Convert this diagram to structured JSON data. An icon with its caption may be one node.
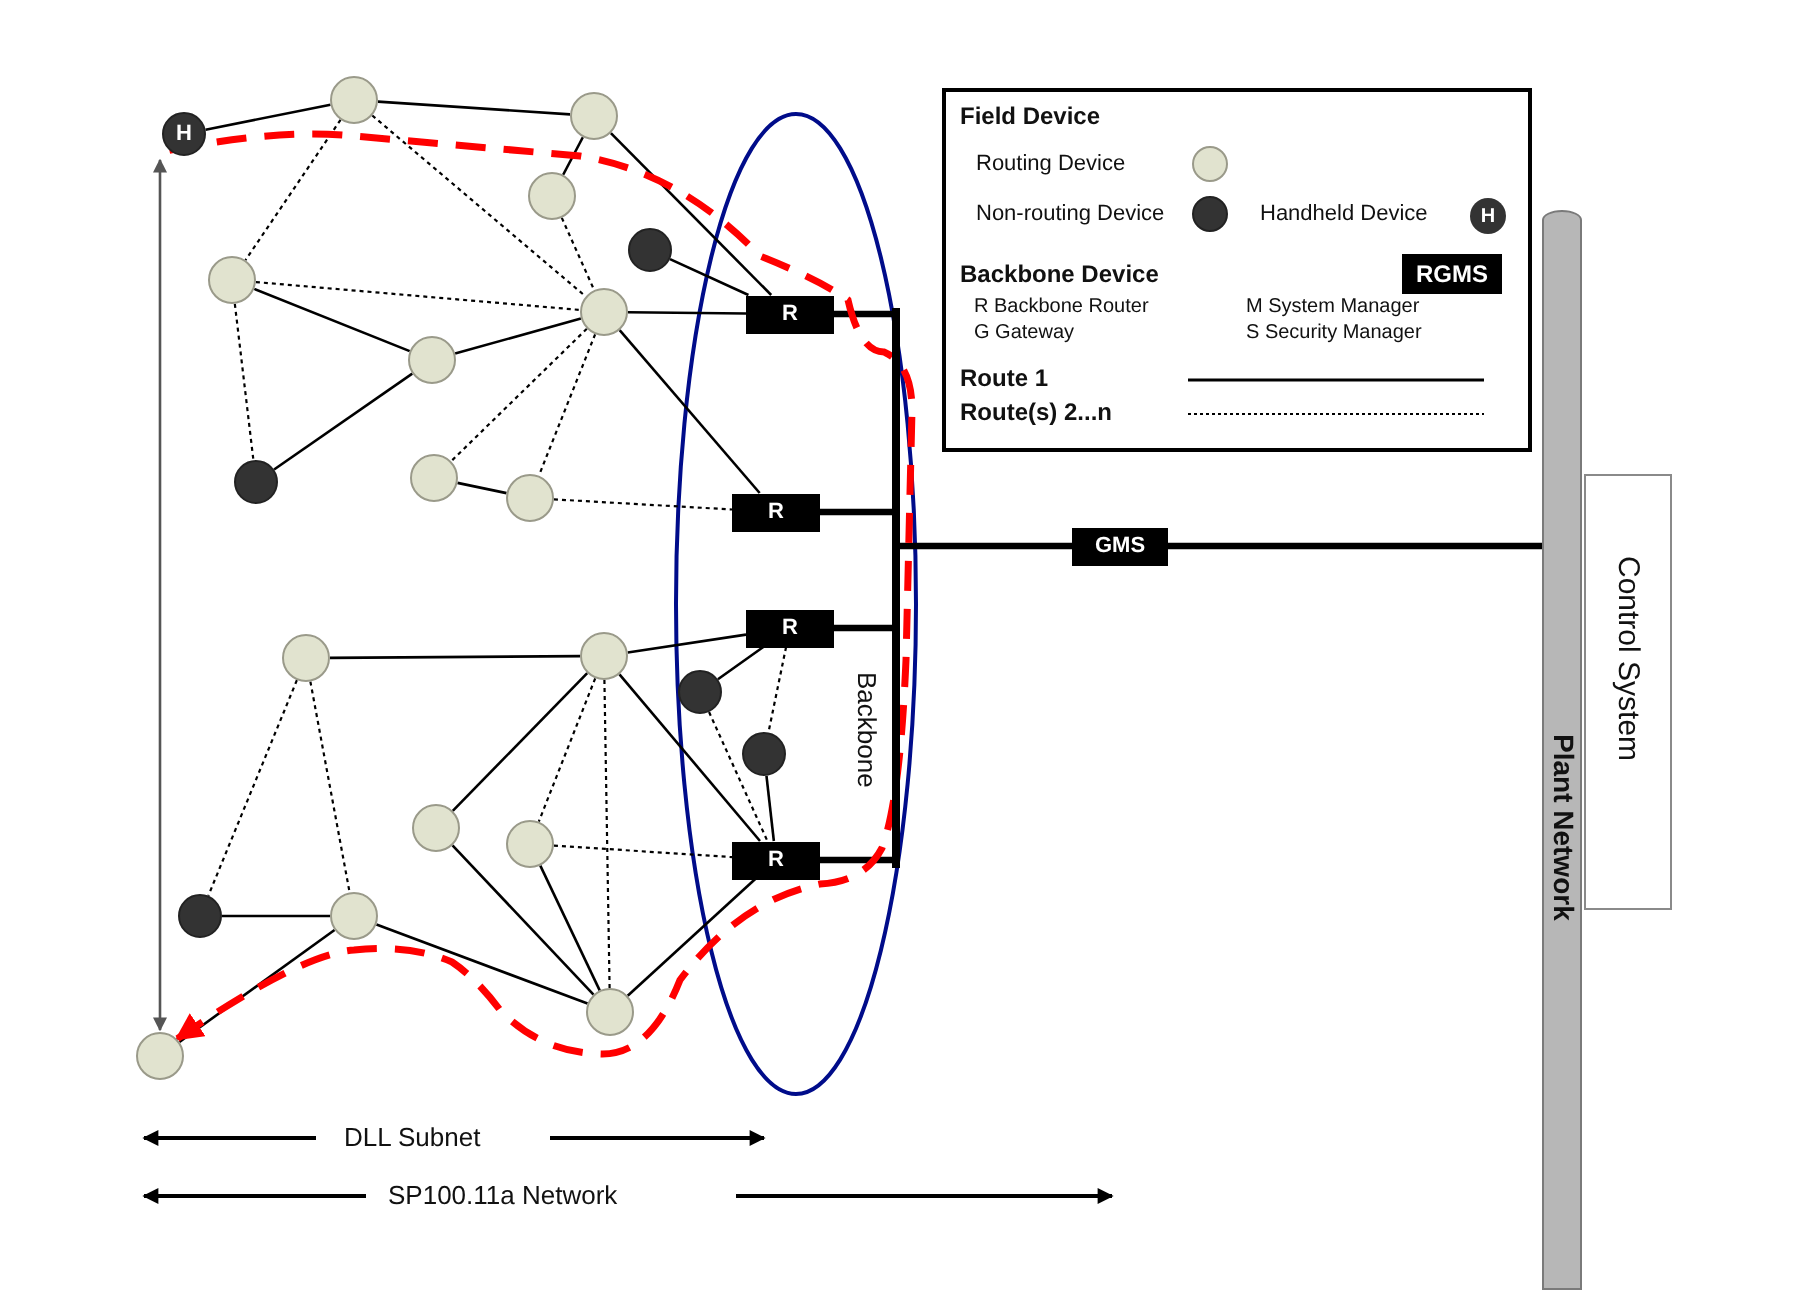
{
  "diagram": {
    "nodes": [
      {
        "text": [
          "H"
        ]
      },
      {
        "text": [],
        "shape": "circle"
      },
      {
        "text": [],
        "shape": "circle"
      },
      {
        "text": [],
        "shape": "circle"
      },
      {
        "text": [],
        "shape": "circle"
      },
      {
        "text": [],
        "shape": "circle"
      },
      {
        "text": [],
        "shape": "circle"
      },
      {
        "text": [],
        "shape": "circle"
      },
      {
        "text": [],
        "shape": "circle"
      },
      {
        "text": [],
        "shape": "circle"
      },
      {
        "text": [],
        "shape": "circle"
      },
      {
        "text": [
          "R"
        ]
      },
      {
        "text": [
          "R"
        ]
      },
      {
        "text": [],
        "shape": "circle"
      },
      {
        "text": [],
        "shape": "circle"
      },
      {
        "text": [
          "R"
        ]
      },
      {
        "text": [],
        "shape": "circle"
      },
      {
        "text": [],
        "shape": "circle"
      },
      {
        "text": [],
        "shape": "circle"
      },
      {
        "text": [],
        "shape": "circle"
      },
      {
        "text": [
          "R"
        ]
      },
      {
        "text": [],
        "shape": "circle"
      },
      {
        "text": [],
        "shape": "circle"
      },
      {
        "text": [],
        "shape": "circle"
      },
      {
        "text": [],
        "shape": "circle"
      },
      {
        "text": [],
        "shape": "bar",
        "beside": [
          "Backbone"
        ]
      },
      {
        "text": [
          "GMS"
        ]
      },
      {
        "text": [
          "Plant Network"
        ]
      },
      {
        "text": [
          "Control System"
        ]
      },
      {
        "text": [
          "RGMS"
        ]
      }
    ],
    "edges": [
      {
        "from": 0,
        "to": 1,
        "arrow": "none"
      },
      {
        "from": 1,
        "to": 2,
        "arrow": "none"
      },
      {
        "from": 1,
        "to": 4,
        "arrow": "none",
        "style": "dashed"
      },
      {
        "from": 1,
        "to": 6,
        "arrow": "none",
        "style": "dashed"
      },
      {
        "from": 2,
        "to": 3,
        "arrow": "none"
      },
      {
        "from": 2,
        "to": 11,
        "arrow": "none"
      },
      {
        "from": 3,
        "to": 6,
        "arrow": "none",
        "style": "dashed"
      },
      {
        "from": 4,
        "to": 6,
        "arrow": "none",
        "style": "dashed"
      },
      {
        "from": 4,
        "to": 7,
        "arrow": "none"
      },
      {
        "from": 4,
        "to": 8,
        "arrow": "none",
        "style": "dashed"
      },
      {
        "from": 7,
        "to": 6,
        "arrow": "none"
      },
      {
        "from": 7,
        "to": 8,
        "arrow": "none"
      },
      {
        "from": 5,
        "to": 11,
        "arrow": "none"
      },
      {
        "from": 6,
        "to": 11,
        "arrow": "none"
      },
      {
        "from": 6,
        "to": 12,
        "arrow": "none"
      },
      {
        "from": 6,
        "to": 9,
        "arrow": "none",
        "style": "dashed"
      },
      {
        "from": 6,
        "to": 10,
        "arrow": "none",
        "style": "dashed"
      },
      {
        "from": 9,
        "to": 10,
        "arrow": "none"
      },
      {
        "from": 10,
        "to": 12,
        "arrow": "none",
        "style": "dashed"
      },
      {
        "from": 11,
        "to": 25,
        "arrow": "none",
        "style": "thick"
      },
      {
        "from": 12,
        "to": 25,
        "arrow": "none",
        "style": "thick"
      },
      {
        "from": 15,
        "to": 25,
        "arrow": "none",
        "style": "thick"
      },
      {
        "from": 20,
        "to": 25,
        "arrow": "none",
        "style": "thick"
      },
      {
        "from": 25,
        "to": 26,
        "arrow": "none",
        "style": "thick"
      },
      {
        "from": 26,
        "to": 27,
        "arrow": "none",
        "style": "thick"
      },
      {
        "from": 13,
        "to": 14,
        "arrow": "none"
      },
      {
        "from": 14,
        "to": 15,
        "arrow": "none"
      },
      {
        "from": 15,
        "to": 16,
        "arrow": "none"
      },
      {
        "from": 15,
        "to": 17,
        "arrow": "none",
        "style": "dashed"
      },
      {
        "from": 13,
        "to": 21,
        "arrow": "none",
        "style": "dashed"
      },
      {
        "from": 13,
        "to": 22,
        "arrow": "none",
        "style": "dashed"
      },
      {
        "from": 14,
        "to": 18,
        "arrow": "none"
      },
      {
        "from": 14,
        "to": 19,
        "arrow": "none",
        "style": "dashed"
      },
      {
        "from": 14,
        "to": 23,
        "arrow": "none",
        "style": "dashed"
      },
      {
        "from": 14,
        "to": 20,
        "arrow": "none"
      },
      {
        "from": 16,
        "to": 20,
        "arrow": "none",
        "style": "dashed"
      },
      {
        "from": 17,
        "to": 20,
        "arrow": "none"
      },
      {
        "from": 19,
        "to": 20,
        "arrow": "none",
        "style": "dashed"
      },
      {
        "from": 18,
        "to": 23,
        "arrow": "none"
      },
      {
        "from": 19,
        "to": 23,
        "arrow": "none"
      },
      {
        "from": 21,
        "to": 22,
        "arrow": "none"
      },
      {
        "from": 22,
        "to": 23,
        "arrow": "none"
      },
      {
        "from": 22,
        "to": 24,
        "arrow": "none"
      },
      {
        "from": 23,
        "to": 20,
        "arrow": "none"
      },
      {
        "from": 0,
        "to": 24,
        "arrow": "to",
        "style": "dashed",
        "color": "#ff0000"
      },
      {
        "from": 0,
        "to": 24,
        "arrow": "both",
        "color": "#555555"
      }
    ],
    "labels": [
      "Field Device",
      "Backbone Device",
      "R Backbone Router",
      "M System Manager",
      "G Gateway",
      "S Security Manager",
      "H",
      "DLL Subnet",
      "SP100.11a Network"
    ],
    "legend": [
      {
        "text": "Routing Device"
      },
      {
        "text": "Non-routing Device"
      },
      {
        "text": "Handheld Device"
      },
      {
        "text": "Route 1"
      },
      {
        "text": "Route(s) 2...n"
      }
    ]
  }
}
